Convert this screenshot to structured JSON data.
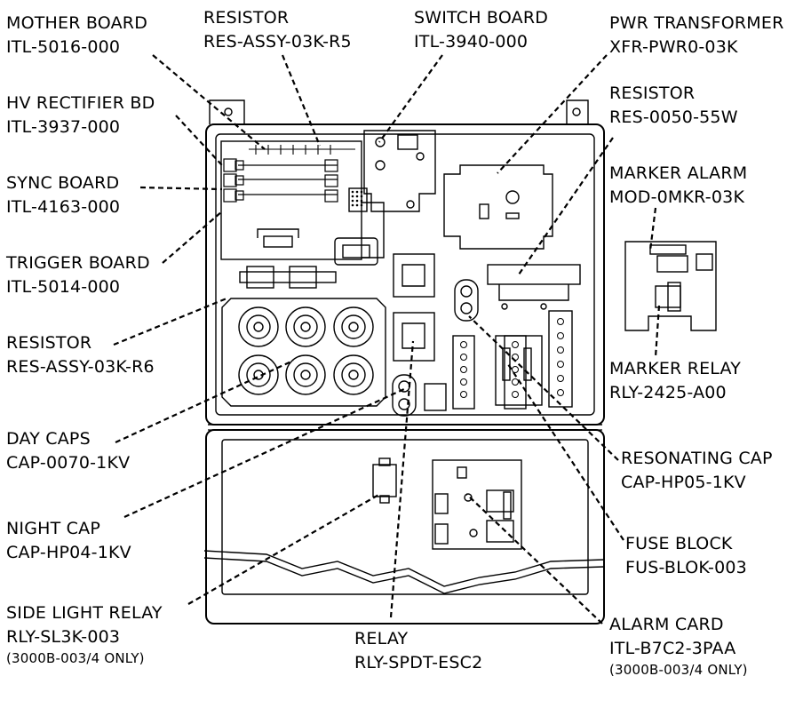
{
  "labels": {
    "mother_board": {
      "name": "MOTHER BOARD",
      "part": "ITL-5016-000"
    },
    "hv_rectifier": {
      "name": "HV RECTIFIER BD",
      "part": "ITL-3937-000"
    },
    "sync_board": {
      "name": "SYNC BOARD",
      "part": "ITL-4163-000"
    },
    "trigger_board": {
      "name": "TRIGGER BOARD",
      "part": "ITL-5014-000"
    },
    "resistor_r6": {
      "name": "RESISTOR",
      "part": "RES-ASSY-03K-R6"
    },
    "day_caps": {
      "name": "DAY CAPS",
      "part": "CAP-0070-1KV"
    },
    "night_cap": {
      "name": "NIGHT CAP",
      "part": "CAP-HP04-1KV"
    },
    "side_light_relay": {
      "name": "SIDE LIGHT RELAY",
      "part": "RLY-SL3K-003",
      "note": "(3000B-003/4 ONLY)"
    },
    "resistor_r5": {
      "name": "RESISTOR",
      "part": "RES-ASSY-03K-R5"
    },
    "switch_board": {
      "name": "SWITCH BOARD",
      "part": "ITL-3940-000"
    },
    "pwr_transformer": {
      "name": "PWR TRANSFORMER",
      "part": "XFR-PWR0-03K"
    },
    "resistor_55w": {
      "name": "RESISTOR",
      "part": "RES-0050-55W"
    },
    "marker_alarm": {
      "name": "MARKER ALARM",
      "part": "MOD-0MKR-03K"
    },
    "marker_relay": {
      "name": "MARKER RELAY",
      "part": "RLY-2425-A00"
    },
    "resonating_cap": {
      "name": "RESONATING CAP",
      "part": "CAP-HP05-1KV"
    },
    "fuse_block": {
      "name": "FUSE BLOCK",
      "part": "FUS-BLOK-003"
    },
    "alarm_card": {
      "name": "ALARM CARD",
      "part": "ITL-B7C2-3PAA",
      "note": "(3000B-003/4 ONLY)"
    },
    "relay": {
      "name": "RELAY",
      "part": "RLY-SPDT-ESC2"
    }
  }
}
